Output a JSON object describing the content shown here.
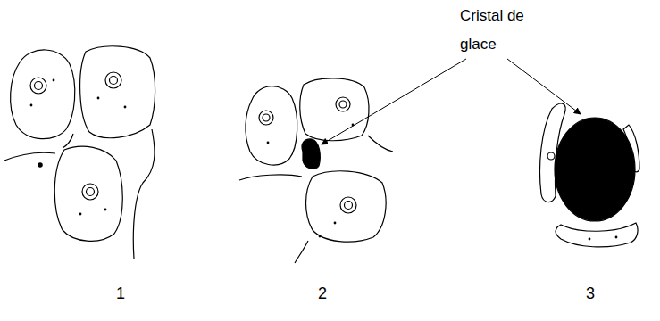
{
  "diagram": {
    "labels": [
      "Cristal de glace",
      "1",
      "2",
      "3"
    ]
  }
}
